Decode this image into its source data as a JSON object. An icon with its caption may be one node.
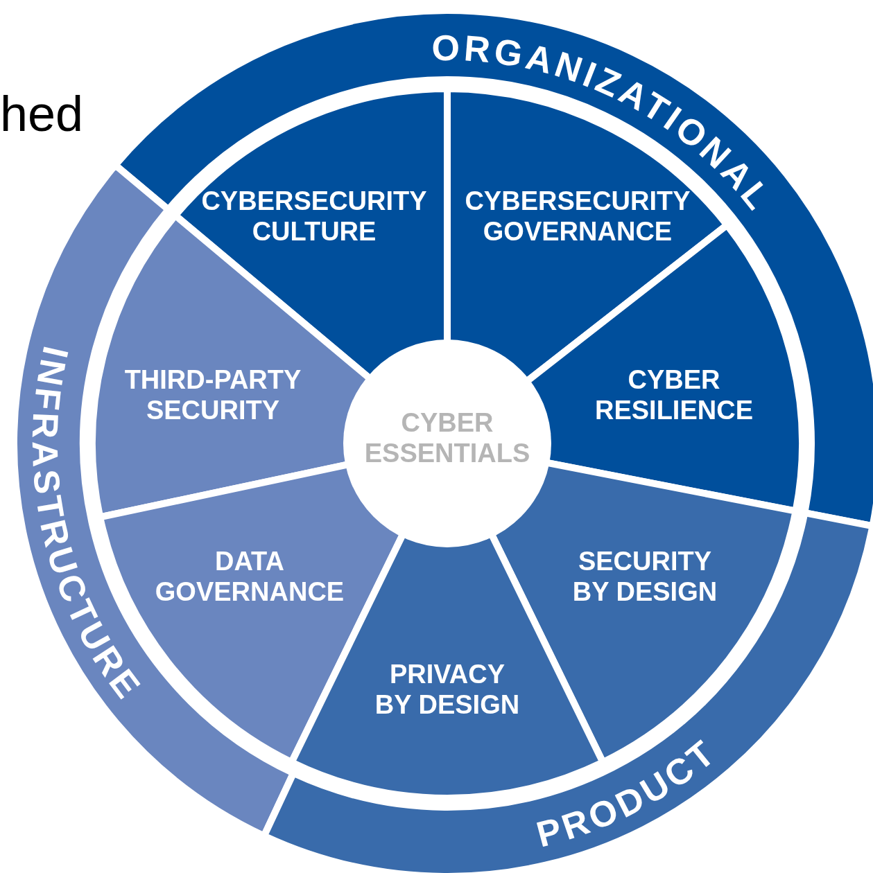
{
  "diagram": {
    "nodes": [
      {
        "text": [
          "ORGANIZATIONAL"
        ]
      },
      {
        "text": [
          "CYBERSECURITY CULTURE"
        ]
      },
      {
        "text": [
          "CYBERSECURITY GOVERNANCE"
        ]
      },
      {
        "text": [
          "INFRASTRUCTURE"
        ]
      },
      {
        "text": [
          "THIRD-PARTY SECURITY"
        ]
      },
      {
        "text": [
          "CYBER RESILIENCE"
        ]
      },
      {
        "text": [
          "CYBER ESSENTIALS"
        ]
      },
      {
        "text": [
          "DATA GOVERNANCE"
        ]
      },
      {
        "text": [
          "SECURITY BY DESIGN"
        ]
      },
      {
        "text": [
          "PRIVACY BY DESIGN"
        ]
      },
      {
        "text": [
          "PRODUCT"
        ]
      }
    ],
    "labels": [
      "hed"
    ]
  }
}
